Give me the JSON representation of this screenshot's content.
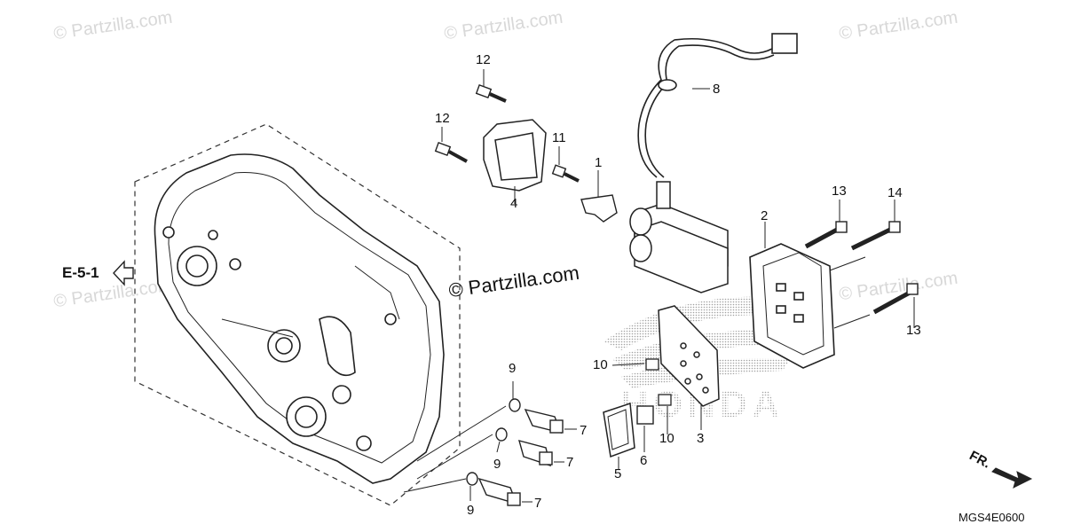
{
  "watermarks": {
    "tl": "© Partzilla.com",
    "tm": "© Partzilla.com",
    "tr": "© Partzilla.com",
    "ml": "© Partzilla.com",
    "mr": "© Partzilla.com",
    "center": "© Partzilla.com"
  },
  "reference": "E-5-1",
  "diagram_code": "MGS4E0600",
  "direction_label": "FR.",
  "callouts": {
    "p1": "1",
    "p2": "2",
    "p3": "3",
    "p4": "4",
    "p5": "5",
    "p6": "6",
    "p7a": "7",
    "p7b": "7",
    "p7c": "7",
    "p8": "8",
    "p9a": "9",
    "p9b": "9",
    "p9c": "9",
    "p10a": "10",
    "p10b": "10",
    "p11": "11",
    "p12a": "12",
    "p12b": "12",
    "p13a": "13",
    "p13b": "13",
    "p14": "14"
  },
  "brand_logo_text": "HONDA"
}
